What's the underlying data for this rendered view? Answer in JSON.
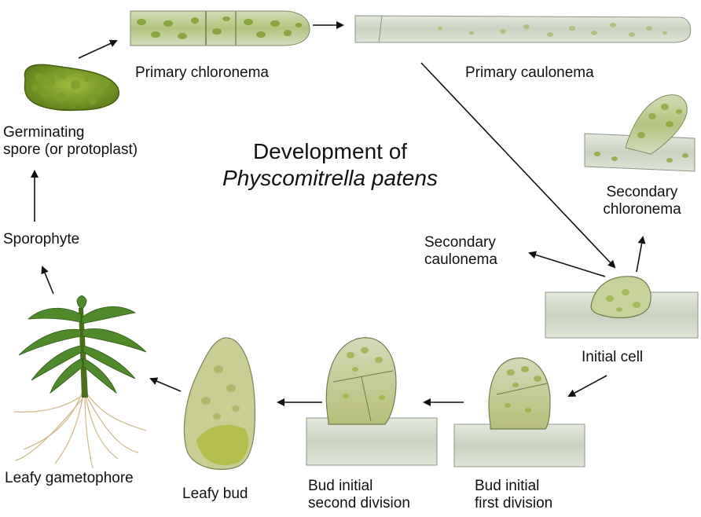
{
  "title": {
    "line1": "Development of",
    "line2": "Physcomitrella patens"
  },
  "labels": {
    "germinating_spore": "Germinating\nspore (or protoplast)",
    "primary_chloronema": "Primary chloronema",
    "primary_caulonema": "Primary caulonema",
    "secondary_chloronema": "Secondary\nchloronema",
    "secondary_caulonema": "Secondary\ncaulonema",
    "initial_cell": "Initial cell",
    "bud_initial_first": "Bud initial\nfirst division",
    "bud_initial_second": "Bud initial\nsecond division",
    "leafy_bud": "Leafy bud",
    "leafy_gametophore": "Leafy gametophore",
    "sporophyte": "Sporophyte"
  },
  "colors": {
    "cell_green": "#8fae3c",
    "cell_dark": "#5f7f1c",
    "filament_grey": "#cfd6c8",
    "arrow": "#111111"
  }
}
